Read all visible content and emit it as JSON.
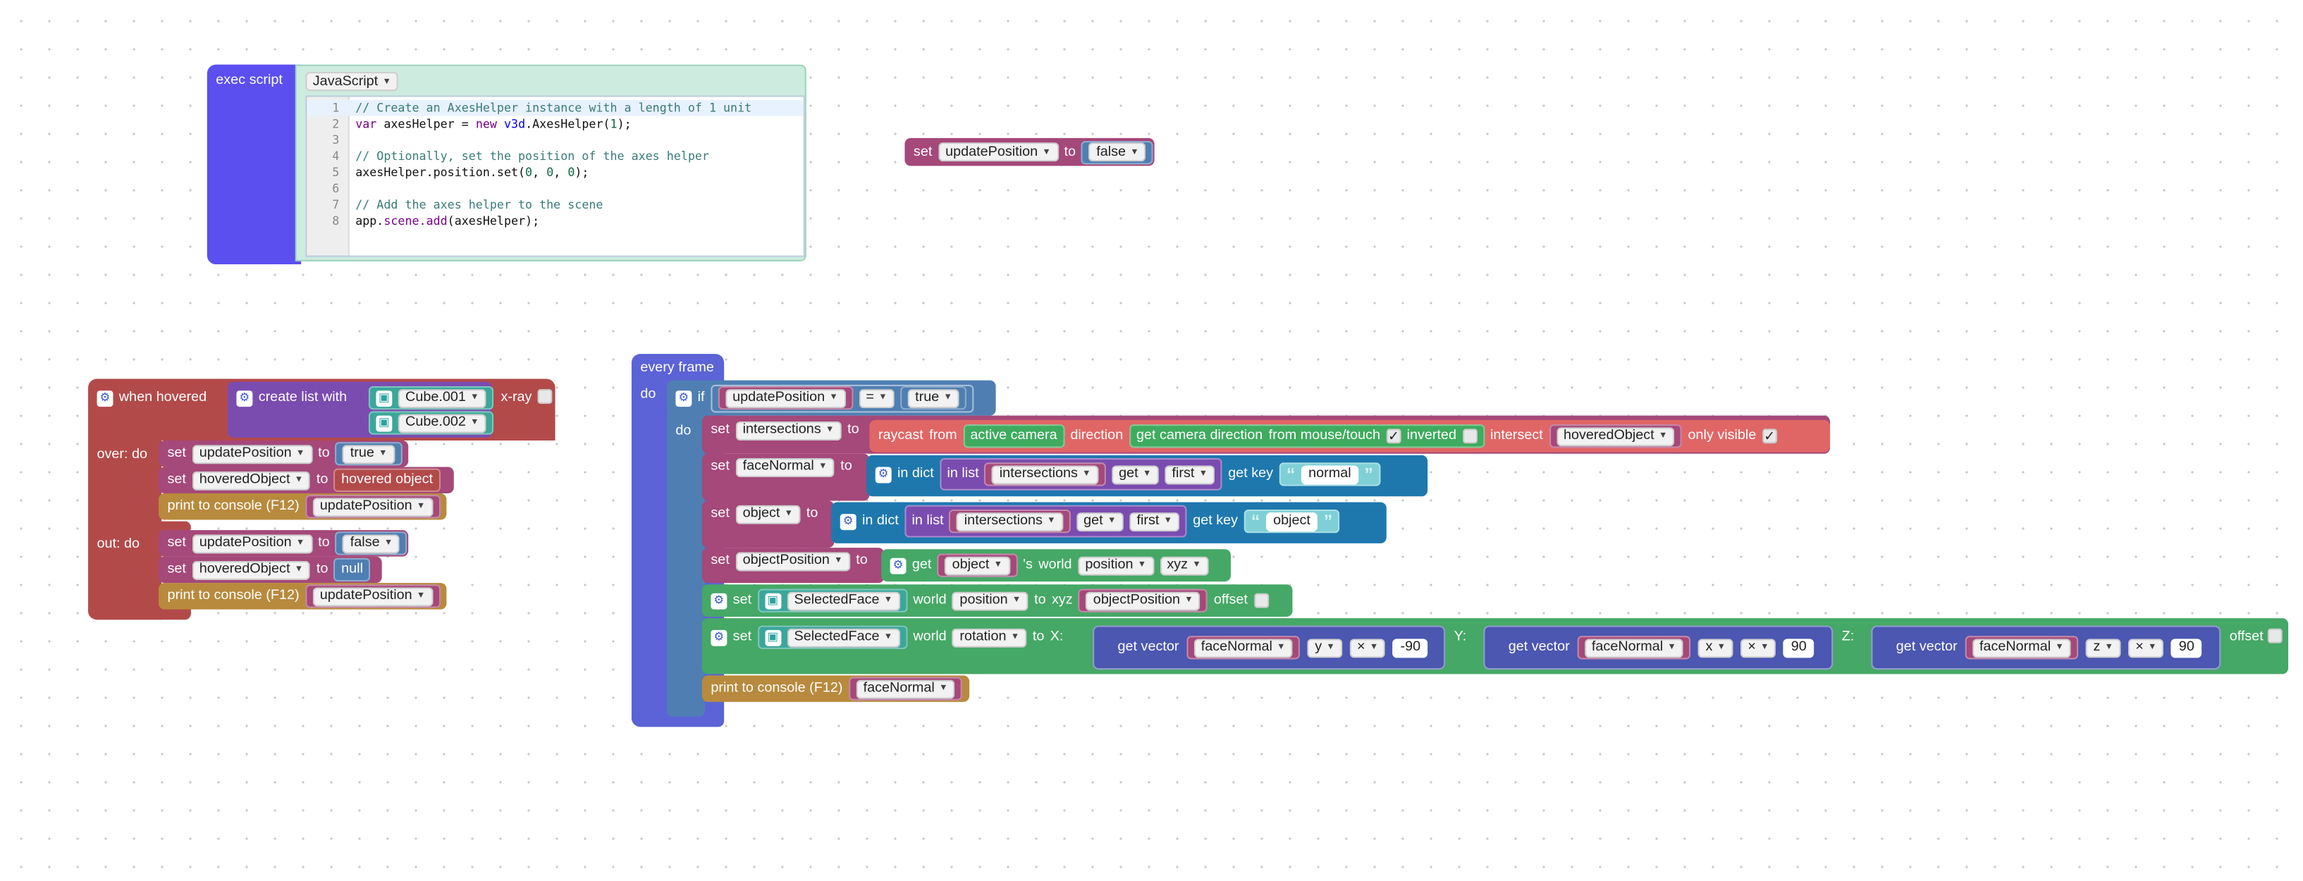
{
  "exec_script": {
    "label": "exec script",
    "language": "JavaScript",
    "code_lines": [
      "// Create an AxesHelper instance with a length of 1 unit",
      "var axesHelper = new v3d.AxesHelper(1);",
      "",
      "// Optionally, set the position of the axes helper",
      "axesHelper.position.set(0, 0, 0);",
      "",
      "// Add the axes helper to the scene",
      "app.scene.add(axesHelper);"
    ],
    "line_numbers": [
      "1",
      "2",
      "3",
      "4",
      "5",
      "6",
      "7",
      "8"
    ]
  },
  "set_block": {
    "set": "set",
    "var": "updatePosition",
    "to": "to",
    "value": "false"
  },
  "hover": {
    "when_hovered": "when hovered",
    "create_list_with": "create list with",
    "item1": "Cube.001",
    "item2": "Cube.002",
    "xray": "x-ray",
    "over_do": "over: do",
    "out_do": "out: do",
    "over": [
      {
        "kw": "set",
        "var": "updatePosition",
        "to": "to",
        "val": "true"
      },
      {
        "kw": "set",
        "var": "hoveredObject",
        "to": "to",
        "val": "hovered object"
      },
      {
        "kw": "print to console (F12)",
        "var": "updatePosition"
      }
    ],
    "out": [
      {
        "kw": "set",
        "var": "updatePosition",
        "to": "to",
        "val": "false"
      },
      {
        "kw": "set",
        "var": "hoveredObject",
        "to": "to",
        "val": "null"
      },
      {
        "kw": "print to console (F12)",
        "var": "updatePosition"
      }
    ]
  },
  "frame": {
    "every_frame": "every frame",
    "do": "do",
    "if": "if",
    "cond_var": "updatePosition",
    "op": "=",
    "cond_val": "true",
    "do2": "do",
    "l1": {
      "set": "set",
      "var": "intersections",
      "to": "to",
      "raycast": "raycast",
      "from": "from",
      "cam": "active camera",
      "direction": "direction",
      "gcd": "get camera direction",
      "fmt": "from mouse/touch",
      "inverted": "inverted",
      "intersect": "intersect",
      "obj": "hoveredObject",
      "only": "only visible"
    },
    "l2": {
      "set": "set",
      "var": "faceNormal",
      "to": "to",
      "indict": "in dict",
      "inlist": "in list",
      "lvar": "intersections",
      "get": "get",
      "first": "first",
      "getkey": "get key",
      "key": "normal"
    },
    "l3": {
      "set": "set",
      "var": "object",
      "to": "to",
      "indict": "in dict",
      "inlist": "in list",
      "lvar": "intersections",
      "get": "get",
      "first": "first",
      "getkey": "get key",
      "key": "object"
    },
    "l4": {
      "set": "set",
      "var": "objectPosition",
      "to": "to",
      "get": "get",
      "obj": "object",
      "s": "'s",
      "world": "world",
      "prop": "position",
      "xyz": "xyz"
    },
    "l5": {
      "set": "set",
      "obj": "SelectedFace",
      "world": "world",
      "prop": "position",
      "to": "to",
      "xyz": "xyz",
      "val": "objectPosition",
      "offset": "offset"
    },
    "l6": {
      "set": "set",
      "obj": "SelectedFace",
      "world": "world",
      "prop": "rotation",
      "to": "to",
      "X": "X:",
      "Y": "Y:",
      "Z": "Z:",
      "gv": "get vector",
      "fn": "faceNormal",
      "cx": "y",
      "cy": "x",
      "cz": "z",
      "mul": "×",
      "vx": "-90",
      "vy": "90",
      "vz": "90",
      "offset": "offset"
    },
    "l7": {
      "kw": "print to console (F12)",
      "var": "faceNormal"
    }
  },
  "colors": {
    "exec": "#5b4ff0",
    "exec_body": "#cdebdf",
    "set": "#a5487a",
    "logic": "#4f7fb2",
    "event": "#b34a4a",
    "list": "#7a4cb0",
    "object": "#3aa79a",
    "print": "#b88a3d",
    "frame": "#5b63d6",
    "raycast": "#e06666",
    "camera": "#3fab5e",
    "dict": "#1e78ae",
    "text": "#7fd0d6",
    "green": "#45a866",
    "vector": "#4b57b0"
  }
}
